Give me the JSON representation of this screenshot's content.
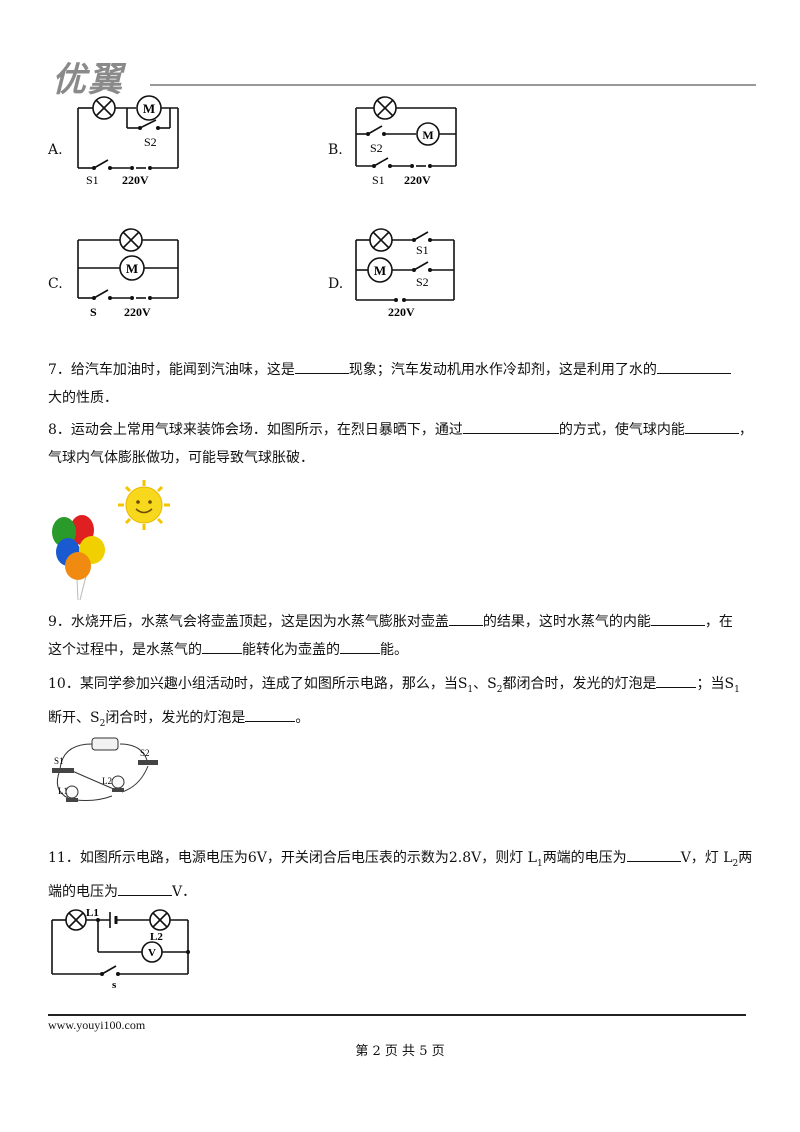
{
  "header": {
    "logo_text": "优翼"
  },
  "options": [
    {
      "label": "A.",
      "s1": "S1",
      "s2": "S2",
      "voltage": "220V"
    },
    {
      "label": "B.",
      "s1": "S1",
      "s2": "S2",
      "voltage": "220V"
    },
    {
      "label": "C.",
      "s": "S",
      "voltage": "220V"
    },
    {
      "label": "D.",
      "s1": "S1",
      "s2": "S2",
      "voltage": "220V"
    }
  ],
  "questions": {
    "q7": {
      "line1_a": "7．给汽车加油时，能闻到汽油味，这是",
      "line1_b": "现象；汽车发动机用水作冷却剂，这是利用了水的",
      "line2": "大的性质．"
    },
    "q8": {
      "line1_a": "8．运动会上常用气球来装饰会场．如图所示，在烈日暴晒下，通过",
      "line1_b": "的方式，使气球内能",
      "line1_c": "，",
      "line2": "气球内气体膨胀做功，可能导致气球胀破．"
    },
    "q9": {
      "line1_a": "9．水烧开后，水蒸气会将壶盖顶起，这是因为水蒸气膨胀对壶盖",
      "line1_b": "的结果，这时水蒸气的内能",
      "line1_c": "，在",
      "line2_a": "这个过程中，是水蒸气的",
      "line2_b": "能转化为壶盖的",
      "line2_c": "能。"
    },
    "q10": {
      "line1_a": "10．某同学参加兴趣小组活动时，连成了如图所示电路，那么，当S",
      "line1_sub1": "1",
      "line1_b": "、S",
      "line1_sub2": "2",
      "line1_c": "都闭合时，发光的灯泡是",
      "line1_d": "；当S",
      "line1_sub3": "1",
      "line2_a": "断开、S",
      "line2_sub": "2",
      "line2_b": "闭合时，发光的灯泡是",
      "line2_c": "。",
      "fig": {
        "s1": "S1",
        "s2": "S2",
        "l1": "L1",
        "l2": "L2"
      }
    },
    "q11": {
      "line1_a": "11．如图所示电路，电源电压为6V，开关闭合后电压表的示数为2.8V，则灯 L",
      "line1_sub1": "1",
      "line1_b": "两端的电压为",
      "line1_c": "V，灯 L",
      "line1_sub2": "2",
      "line1_d": "两",
      "line2_a": "端的电压为",
      "line2_b": "V．",
      "fig": {
        "l1": "L1",
        "l2": "L2",
        "v": "V",
        "s": "s"
      }
    }
  },
  "footer": {
    "url": "www.youyi100.com",
    "page": "第 2 页 共 5 页"
  }
}
